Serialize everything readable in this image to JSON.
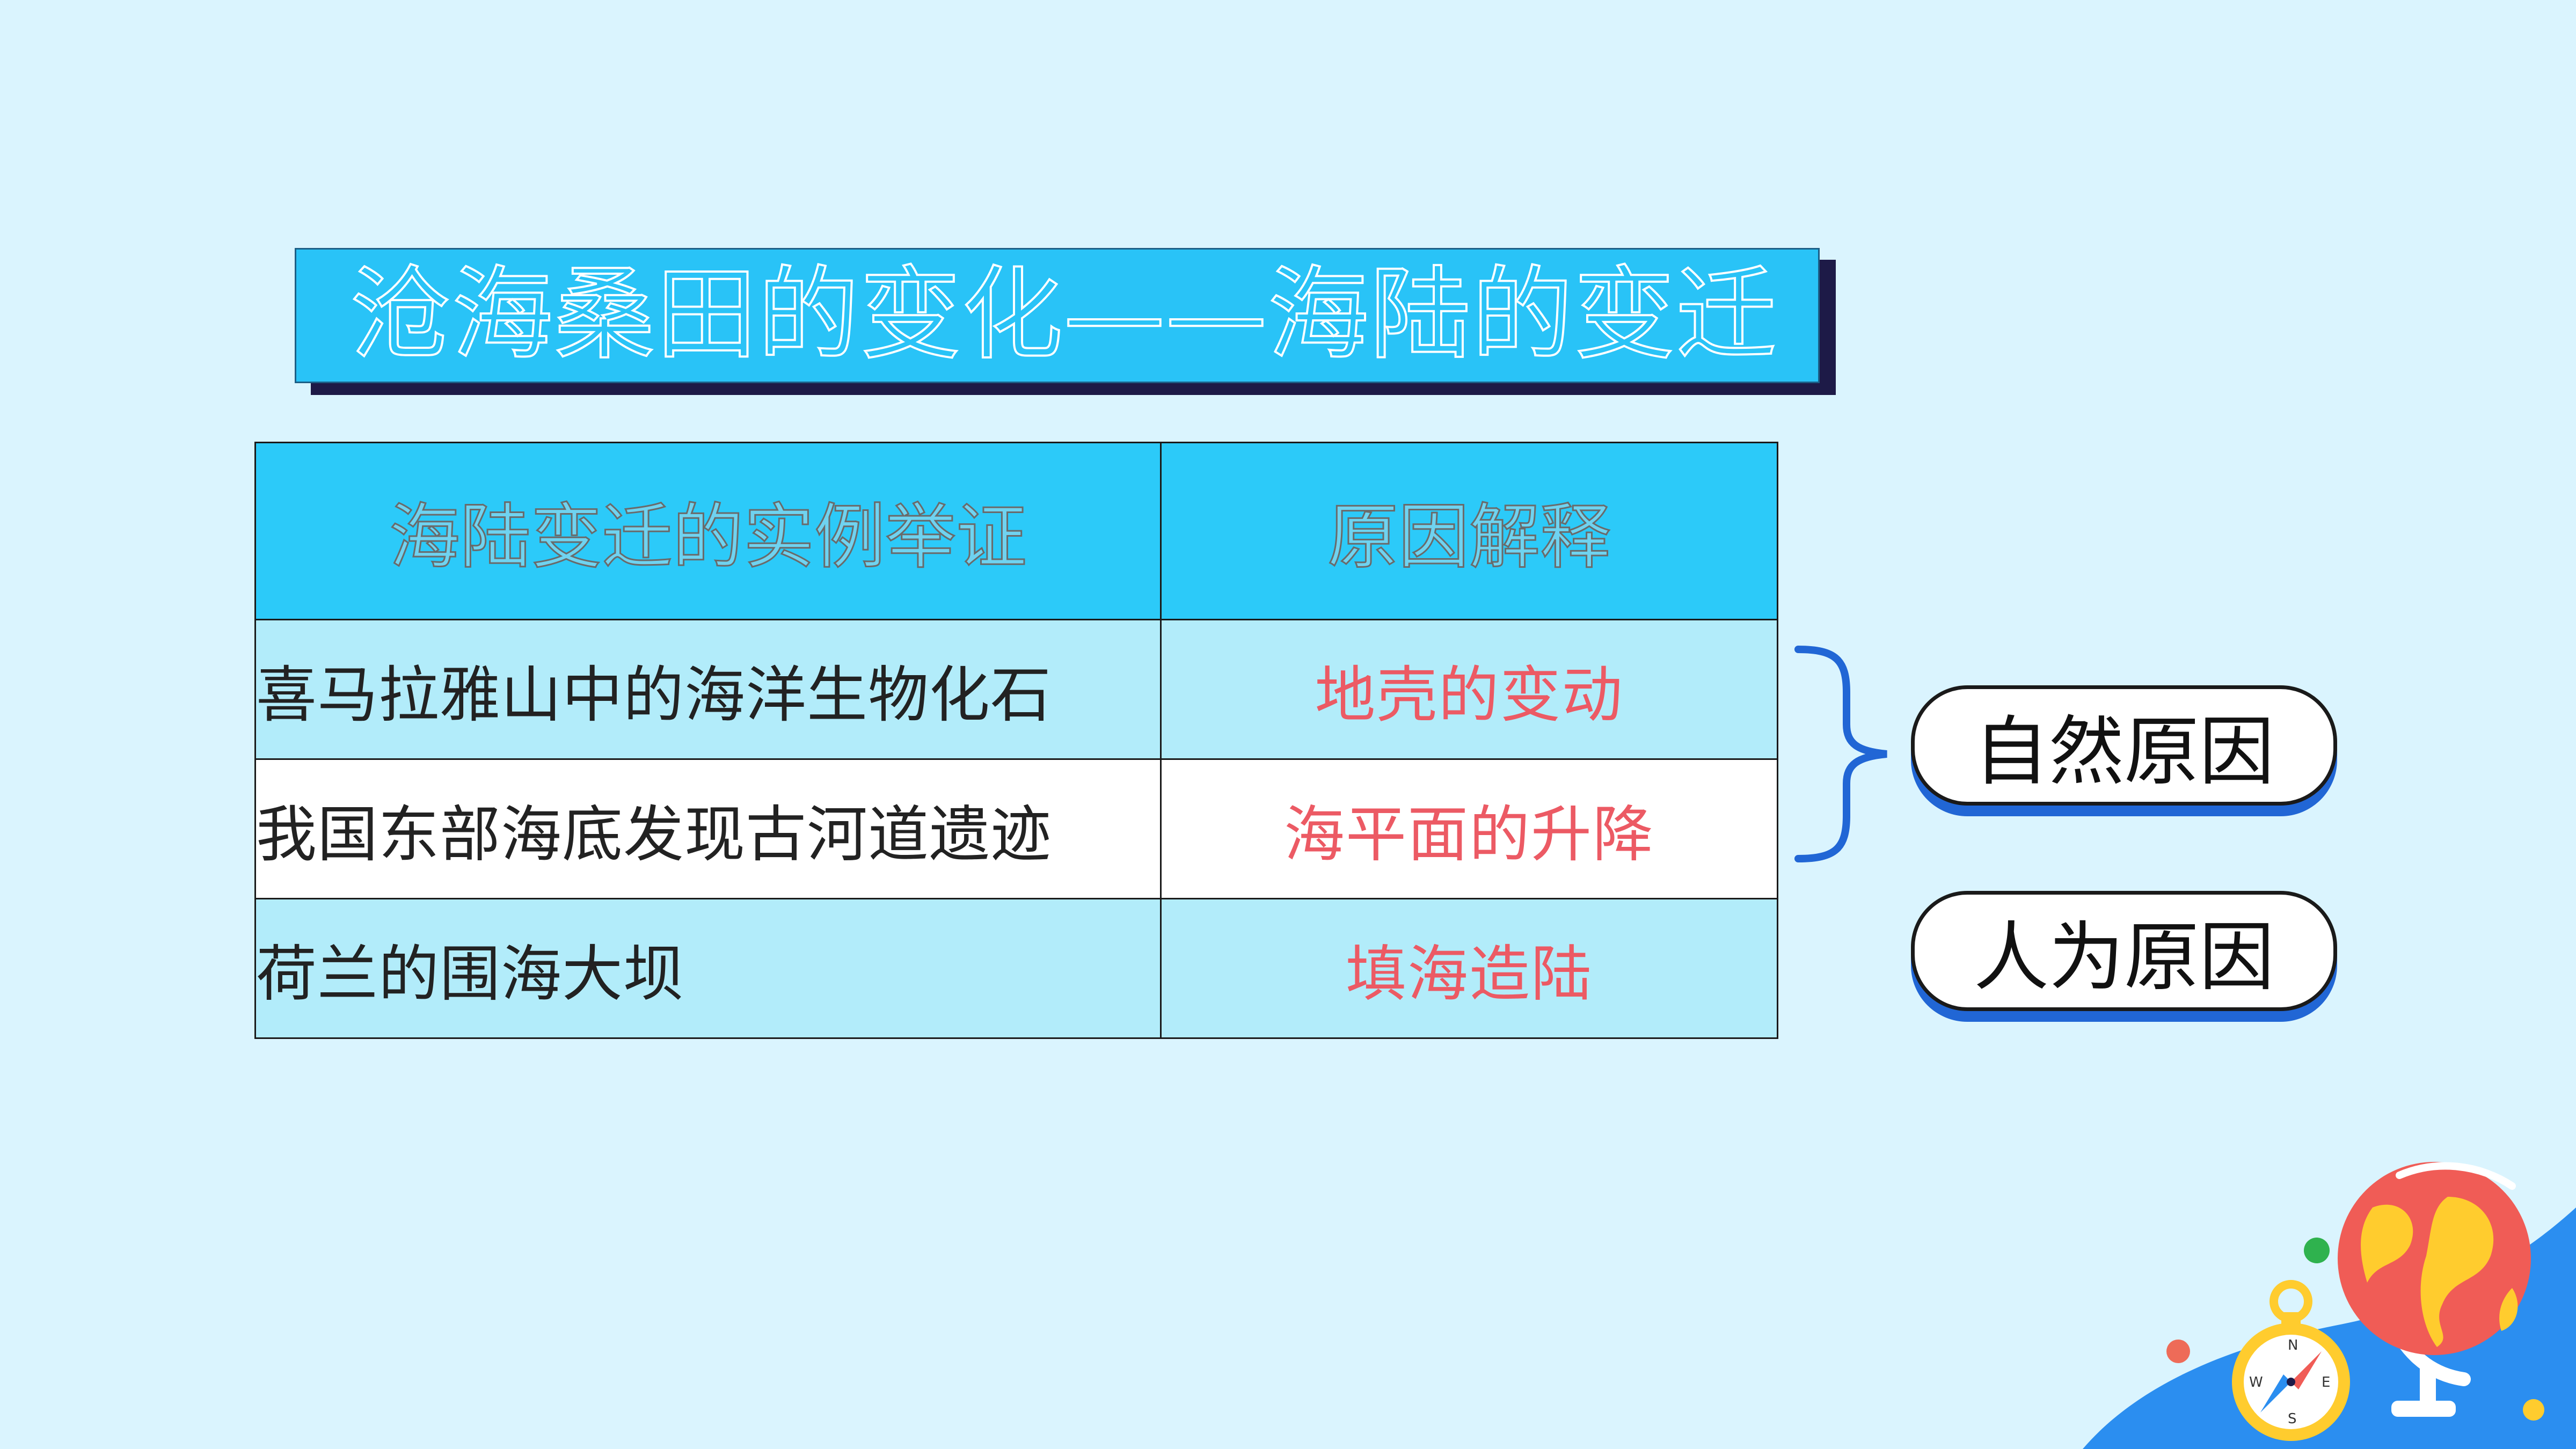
{
  "title": "沧海桑田的变化——海陆的变迁",
  "table": {
    "headers": [
      "海陆变迁的实例举证",
      "原因解释"
    ],
    "rows": [
      {
        "example": "喜马拉雅山中的海洋生物化石",
        "cause": "地壳的变动"
      },
      {
        "example": "我国东部海底发现古河道遗迹",
        "cause": "海平面的升降"
      },
      {
        "example": "荷兰的围海大坝",
        "cause": "填海造陆"
      }
    ]
  },
  "labels": {
    "natural": "自然原因",
    "human": "人为原因"
  },
  "compass": {
    "n": "N",
    "e": "E",
    "s": "S",
    "w": "W"
  },
  "icons": [
    "curly-brace-icon",
    "compass-icon",
    "globe-icon"
  ],
  "colors": {
    "background": "#daf4fe",
    "title_fill": "#29c3f7",
    "header_fill": "#2ccaf9",
    "row_fill": "#b2ecfa",
    "cause_text": "#ec5a64",
    "accent_blue": "#2166d5"
  }
}
